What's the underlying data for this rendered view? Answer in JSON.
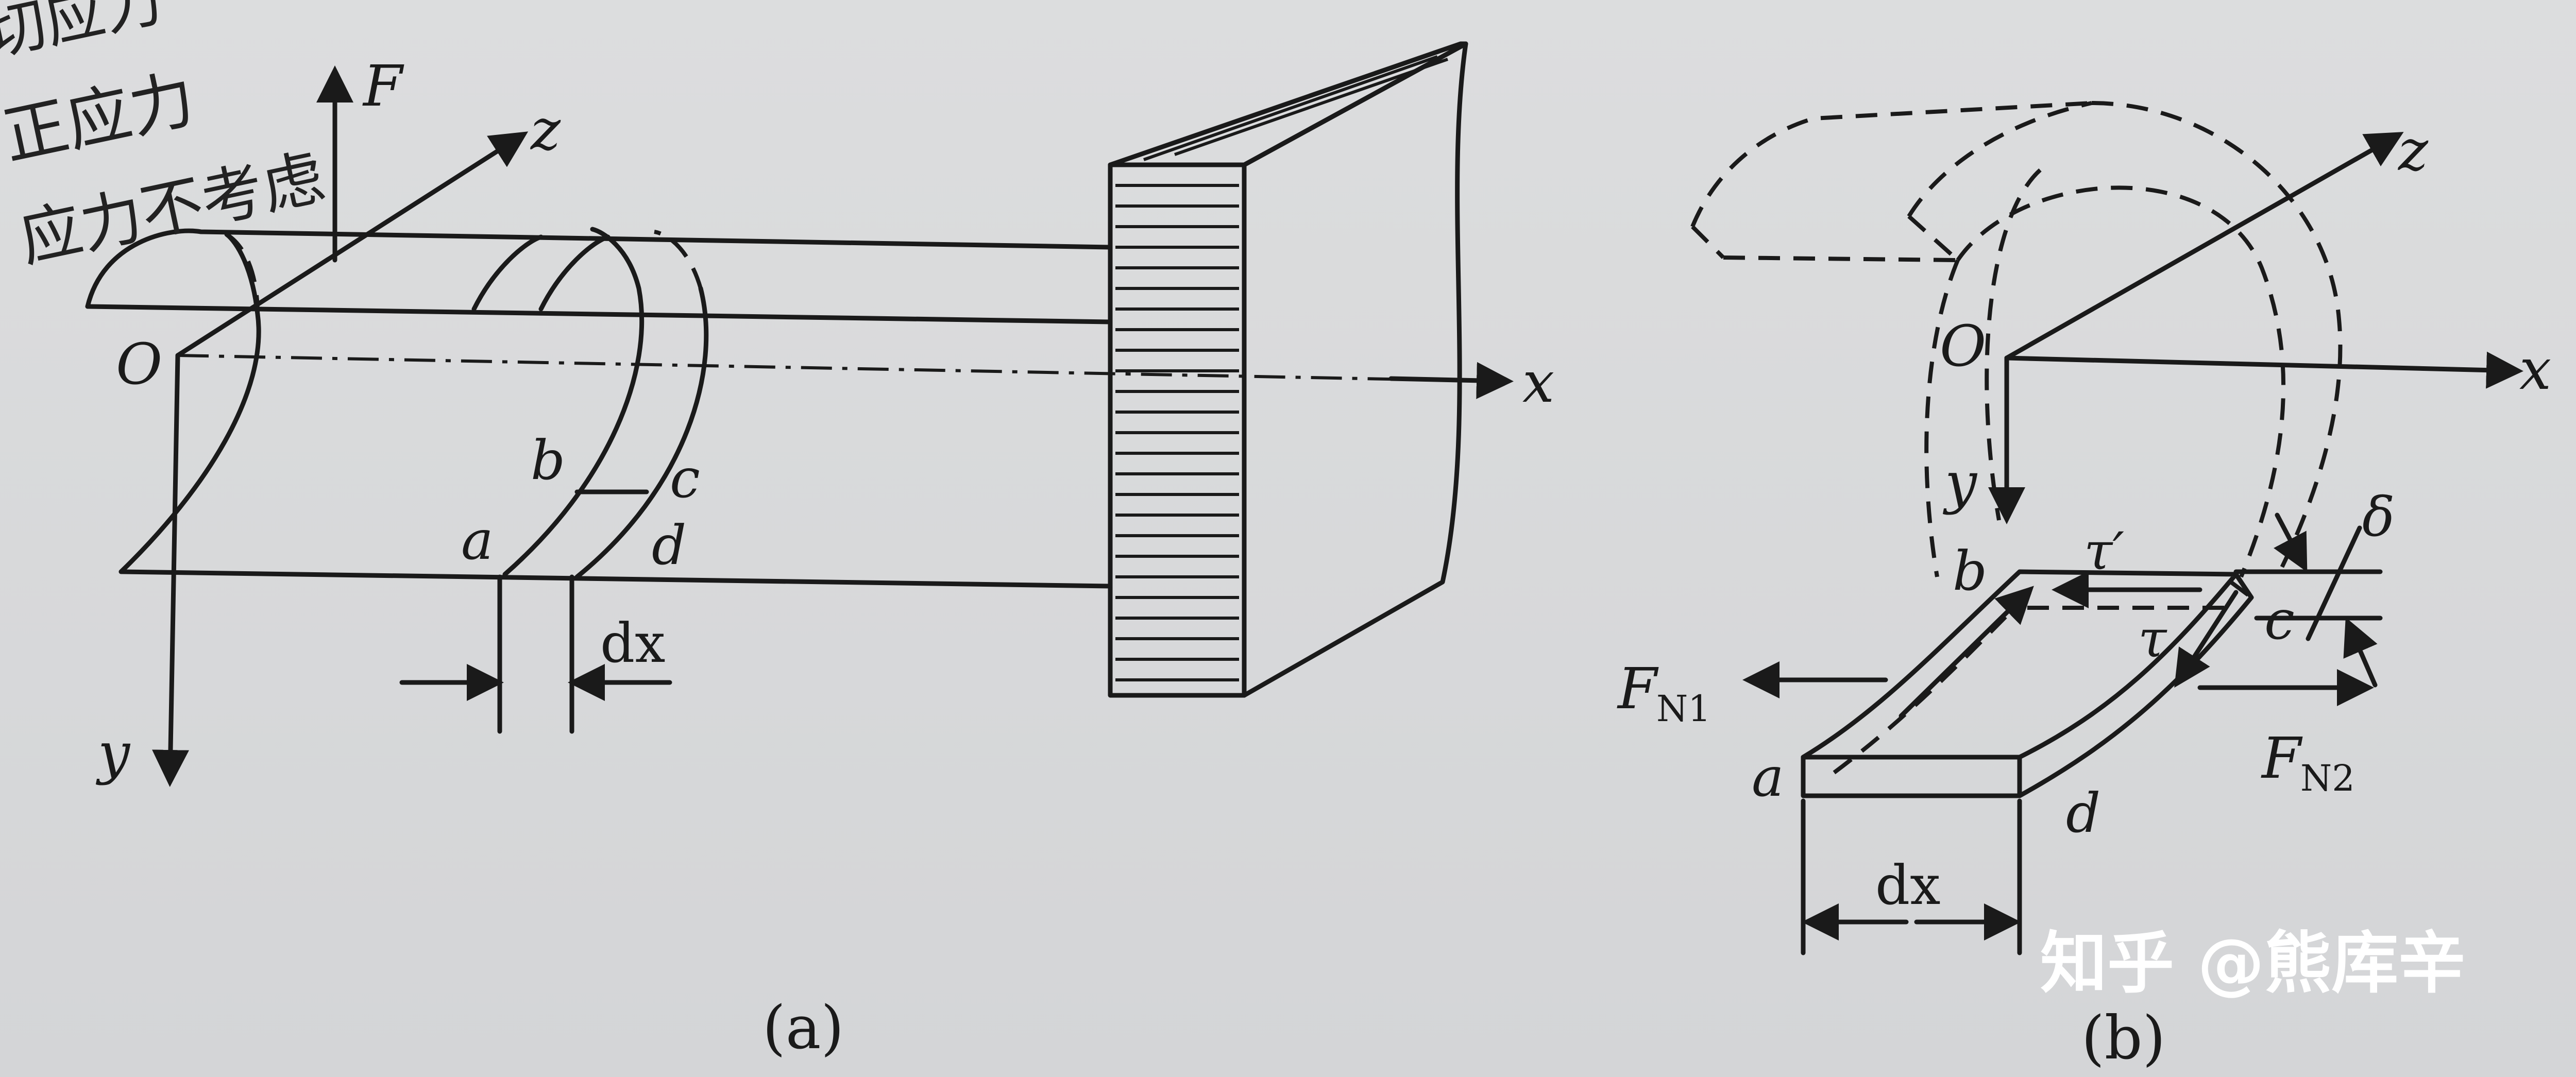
{
  "figure_a": {
    "label_F": "F",
    "label_z": "z",
    "label_O": "O",
    "label_x": "x",
    "label_y": "y",
    "label_a": "a",
    "label_b": "b",
    "label_c": "c",
    "label_d": "d",
    "label_dx": "dx",
    "caption": "(a)",
    "handwritten_note": [
      "切应力",
      "正应力",
      "应力不考虑"
    ]
  },
  "figure_b": {
    "label_z": "z",
    "label_O": "O",
    "label_x": "x",
    "label_y": "y",
    "label_a": "a",
    "label_b": "b",
    "label_c": "c",
    "label_d": "d",
    "label_delta": "δ",
    "label_tau_prime": "τ′",
    "label_tau": "τ",
    "label_FN1_main": "F",
    "label_FN1_sub": "N1",
    "label_FN2_main": "F",
    "label_FN2_sub": "N2",
    "label_dx": "dx",
    "caption": "(b)"
  },
  "watermark": "知乎 @熊库辛"
}
